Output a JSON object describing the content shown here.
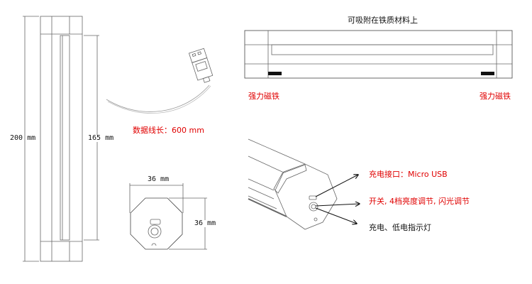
{
  "colors": {
    "accent_red": "#e00000",
    "line": "#555555",
    "text": "#111111"
  },
  "side_view": {
    "total_length": "200 mm",
    "light_length": "165 mm"
  },
  "usb_cable": {
    "label": "数据线长：600 mm"
  },
  "end_view": {
    "width": "36 mm",
    "height": "36 mm"
  },
  "top_view": {
    "title": "可吸附在铁质材料上",
    "magnet_left": "强力磁铁",
    "magnet_right": "强力磁铁"
  },
  "callouts": [
    {
      "text": "充电接口：Micro USB",
      "color": "#e00000"
    },
    {
      "text": "开关, 4档亮度调节, 闪光调节",
      "color": "#e00000"
    },
    {
      "text": "充电、低电指示灯",
      "color": "#111111"
    }
  ]
}
